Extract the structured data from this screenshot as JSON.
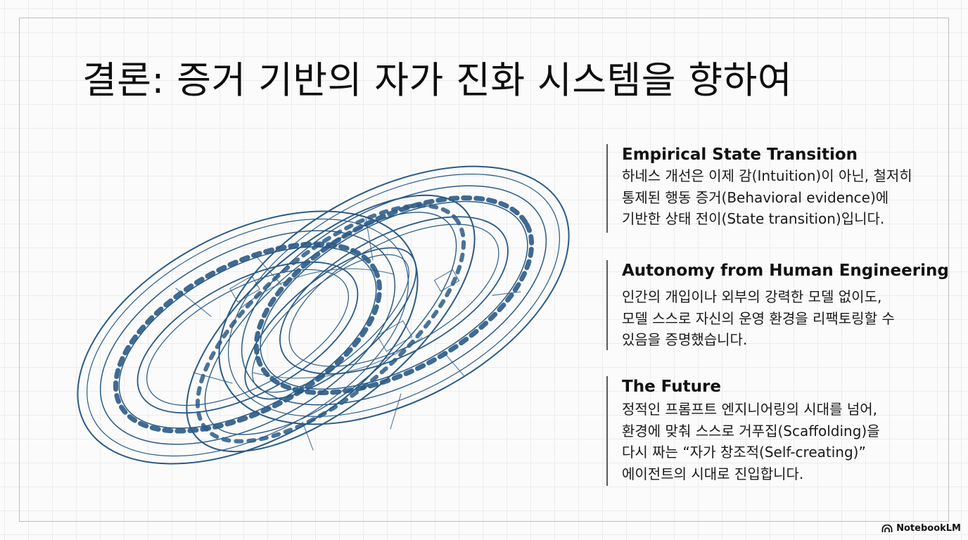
{
  "slide": {
    "title": "결론: 증거 기반의 자가 진화 시스템을 향하여",
    "sections": [
      {
        "heading": "Empirical State Transition",
        "lines": [
          "하네스 개선은 이제 감(Intuition)이 아닌, 철저히",
          "통제된 행동 증거(Behavioral evidence)에",
          "기반한 상태 전이(State transition)입니다."
        ]
      },
      {
        "heading": "Autonomy from Human Engineering",
        "lines": [
          "인간의 개입이나 외부의 강력한 모델 없이도,",
          "모델 스스로 자신의 운영 환경을 리팩토링할 수",
          "있음을 증명했습니다."
        ]
      },
      {
        "heading": "The Future",
        "lines": [
          "정적인 프롬프트 엔지니어링의 시대를 넘어,",
          "환경에 맞춰 스스로 거푸집(Scaffolding)을",
          "다시 짜는 “자가 창조적(Self-creating)”",
          "에이전트의 시대로 진입합니다."
        ]
      }
    ]
  },
  "illustration": {
    "icon": "interlocking-gear-rings-icon",
    "stroke_color": "#2a5a86"
  },
  "brand": {
    "icon": "notebooklm-logo-icon",
    "label": "NotebookLM"
  }
}
